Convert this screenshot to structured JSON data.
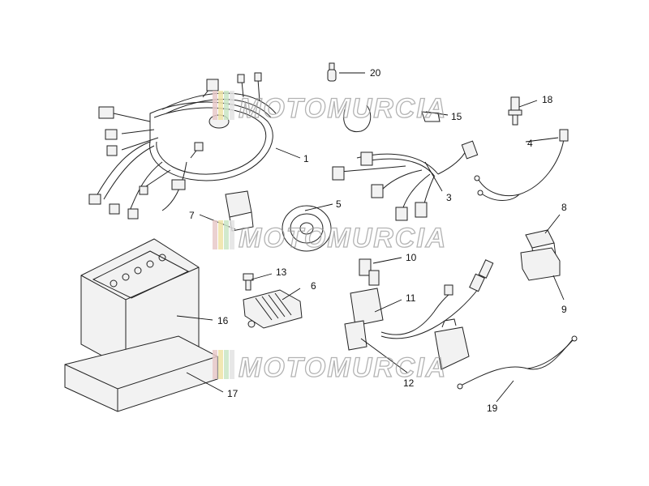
{
  "watermark": {
    "text": "MOTOMURCIA",
    "stripe_colors": [
      "#e8c9c9",
      "#efe3a6",
      "#c9e5c4",
      "#e3e3e3"
    ]
  },
  "callouts": [
    {
      "id": "1",
      "label": "1"
    },
    {
      "id": "3",
      "label": "3"
    },
    {
      "id": "4",
      "label": "4"
    },
    {
      "id": "5",
      "label": "5"
    },
    {
      "id": "6",
      "label": "6"
    },
    {
      "id": "7",
      "label": "7"
    },
    {
      "id": "8",
      "label": "8"
    },
    {
      "id": "9",
      "label": "9"
    },
    {
      "id": "10",
      "label": "10"
    },
    {
      "id": "11",
      "label": "11"
    },
    {
      "id": "12",
      "label": "12"
    },
    {
      "id": "13",
      "label": "13"
    },
    {
      "id": "15",
      "label": "15"
    },
    {
      "id": "16",
      "label": "16"
    },
    {
      "id": "17",
      "label": "17"
    },
    {
      "id": "18",
      "label": "18"
    },
    {
      "id": "19",
      "label": "19"
    },
    {
      "id": "20",
      "label": "20"
    }
  ]
}
